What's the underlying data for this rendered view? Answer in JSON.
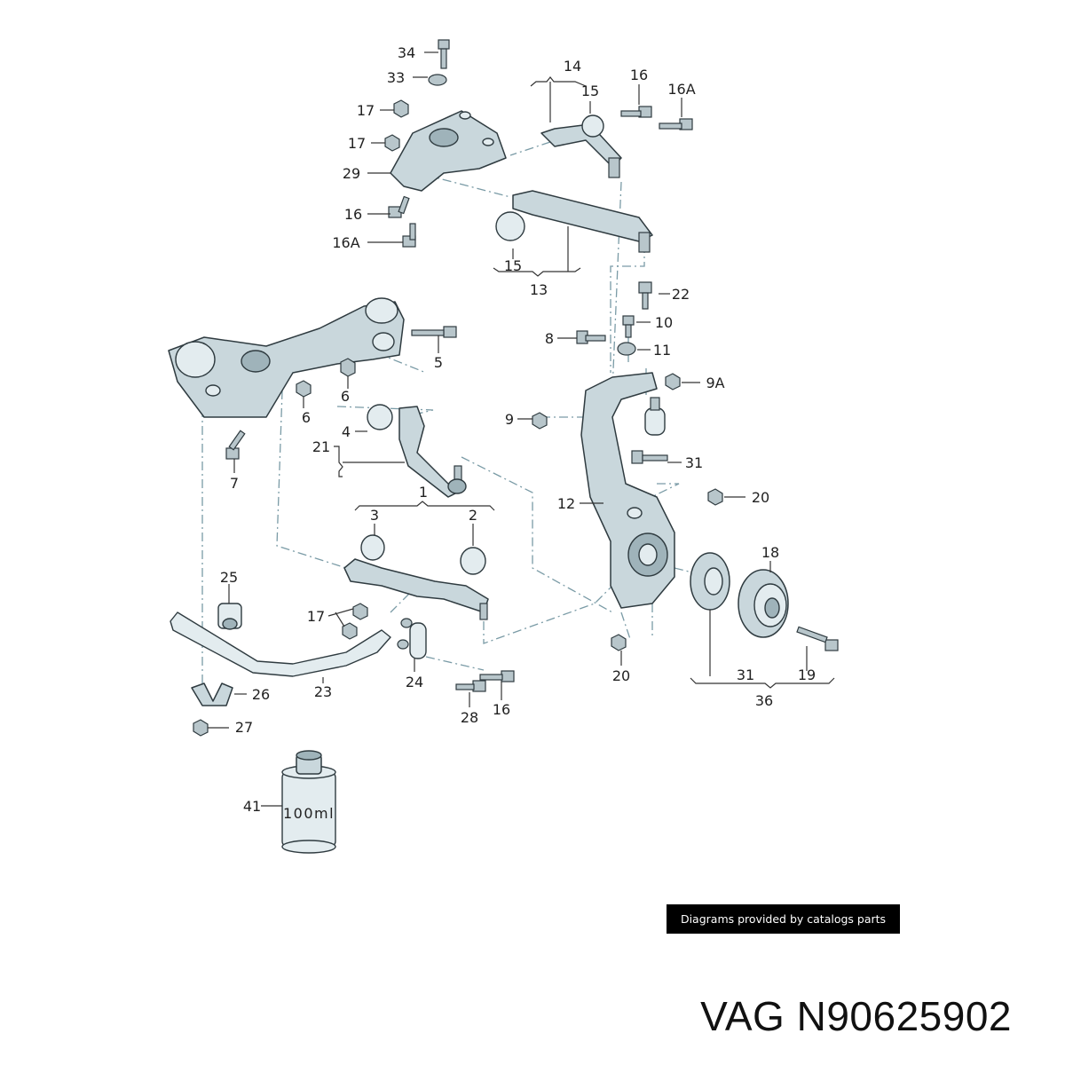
{
  "callouts": {
    "c34": "34",
    "c33": "33",
    "c17a": "17",
    "c17b": "17",
    "c29": "29",
    "c16a": "16",
    "c16Aa": "16A",
    "c14": "14",
    "c15a": "15",
    "c16b": "16",
    "c16Ab": "16A",
    "c15b": "15",
    "c13": "13",
    "c22": "22",
    "c10": "10",
    "c8": "8",
    "c11": "11",
    "c9A": "9A",
    "c9": "9",
    "c5": "5",
    "c6a": "6",
    "c6b": "6",
    "c4": "4",
    "c21": "21",
    "c7": "7",
    "c31a": "31",
    "c12": "12",
    "c20a": "20",
    "c18": "18",
    "c1": "1",
    "c3": "3",
    "c2": "2",
    "c25": "25",
    "c17c": "17",
    "c26": "26",
    "c23": "23",
    "c24": "24",
    "c28": "28",
    "c16c": "16",
    "c27": "27",
    "c20b": "20",
    "c31b": "31",
    "c19": "19",
    "c36": "36",
    "c41": "41"
  },
  "bottle_label": "100ml",
  "credit": "Diagrams provided by catalogs parts",
  "part_number": "VAG N90625902"
}
